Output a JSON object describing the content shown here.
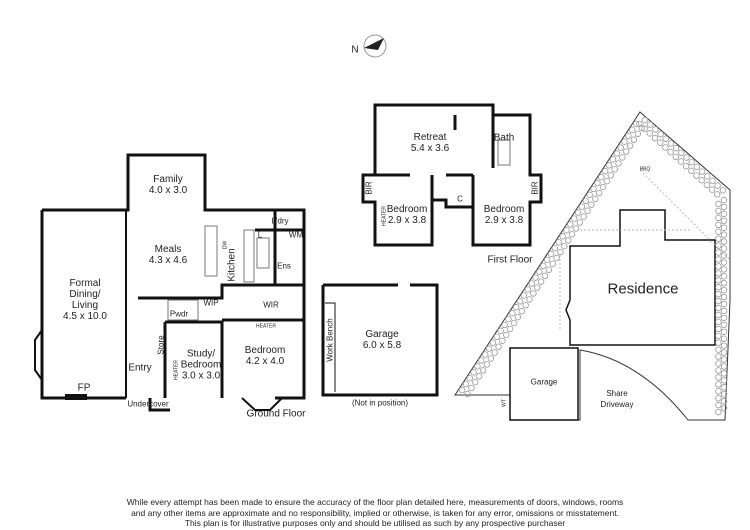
{
  "compass": {
    "label": "N",
    "icon": "north-arrow-icon"
  },
  "ground_floor": {
    "title": "Ground Floor",
    "rooms": [
      {
        "name": "Family",
        "size": "4.0 x 3.0"
      },
      {
        "name": "Meals",
        "size": "4.3 x 4.6"
      },
      {
        "name": "Formal Dining/ Living",
        "size": "4.5 x 10.0"
      },
      {
        "name": "Study/ Bedroom",
        "size": "3.0 x 3.0"
      },
      {
        "name": "Bedroom",
        "size": "4.2 x 4.0"
      }
    ],
    "labels": {
      "kitchen": "Kitchen",
      "dw": "DW",
      "ldry": "L'dry",
      "l": "L",
      "wm": "WM",
      "ens": "Ens",
      "wip": "WIP",
      "wir": "WIR",
      "pwdr": "Pwdr",
      "heater": "HEATER",
      "heater2": "HEATER",
      "store": "Store",
      "entry": "Entry",
      "fp": "FP",
      "undercover": "Undercover"
    }
  },
  "first_floor": {
    "title": "First Floor",
    "rooms": [
      {
        "name": "Retreat",
        "size": "5.4 x 3.6"
      },
      {
        "name": "Bedroom",
        "size": "2.9 x 3.8"
      },
      {
        "name": "Bedroom",
        "size": "2.9 x 3.8"
      }
    ],
    "labels": {
      "bath": "Bath",
      "bir_left": "BIR",
      "bir_right": "BIR",
      "c": "C",
      "heater": "HEATER"
    }
  },
  "garage": {
    "name": "Garage",
    "size": "6.0 x 5.8",
    "work_bench": "Work Bench",
    "note": "(Not in position)"
  },
  "site_plan": {
    "residence": "Residence",
    "garage": "Garage",
    "driveway": "Share Driveway",
    "bbq": "BBQ",
    "wt": "WT"
  },
  "disclaimer": [
    "While every attempt has been made to ensure the accuracy of the floor plan detailed here, measurements of doors, windows, rooms",
    "and any other items are approximate and no responsibility, implied or otherwise, is taken for any error, omissions or misstatement.",
    "This plan is for illustrative purposes only and should be utilised as such by any prospective purchaser"
  ]
}
